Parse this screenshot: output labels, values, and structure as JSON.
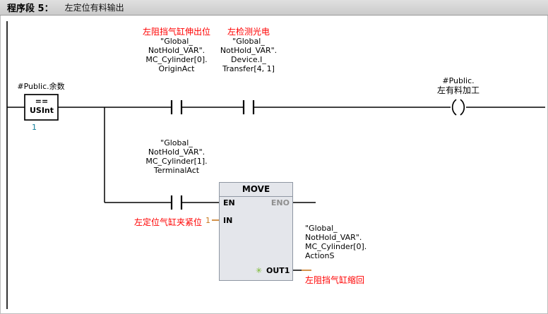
{
  "header": {
    "network_label": "程序段 5：",
    "network_title": "左定位有料输出"
  },
  "ladder": {
    "comparator": {
      "operand": "#Public.余数",
      "operator": "==",
      "data_type": "USInt",
      "compare_value": "1"
    },
    "contact_cylinder_origin": {
      "comment": "左阻挡气缸伸出位",
      "operand_lines": [
        "\"Global_",
        "NotHold_VAR\".",
        "MC_Cylinder[0].",
        "OriginAct"
      ]
    },
    "contact_detect_photo": {
      "comment": "左检测光电",
      "operand_lines": [
        "\"Global_",
        "NotHold_VAR\".",
        "Device.I_",
        "Transfer[4, 1]"
      ]
    },
    "output_coil": {
      "operand_lines": [
        "#Public.",
        "左有料加工"
      ]
    },
    "contact_terminal": {
      "operand_lines": [
        "\"Global_",
        "NotHold_VAR\".",
        "MC_Cylinder[1].",
        "TerminalAct"
      ]
    },
    "move_block": {
      "title": "MOVE",
      "en_label": "EN",
      "eno_label": "ENO",
      "in_label": "IN",
      "in_value": "1",
      "in_comment": "左定位气缸夹紧位",
      "out_label": "OUT1",
      "out_operand_lines": [
        "\"Global_",
        "NotHold_VAR\".",
        "MC_Cylinder[0].",
        "ActionS"
      ],
      "out_comment": "左阻挡气缸缩回"
    }
  },
  "icons": {
    "out_auto_star": "✳"
  },
  "colors": {
    "comment_red": "#ff0000",
    "constant_teal": "#0f7c99",
    "constant_orange": "#c9781e",
    "eno_gray": "#8f8f8f",
    "star_green": "#76b82a"
  }
}
